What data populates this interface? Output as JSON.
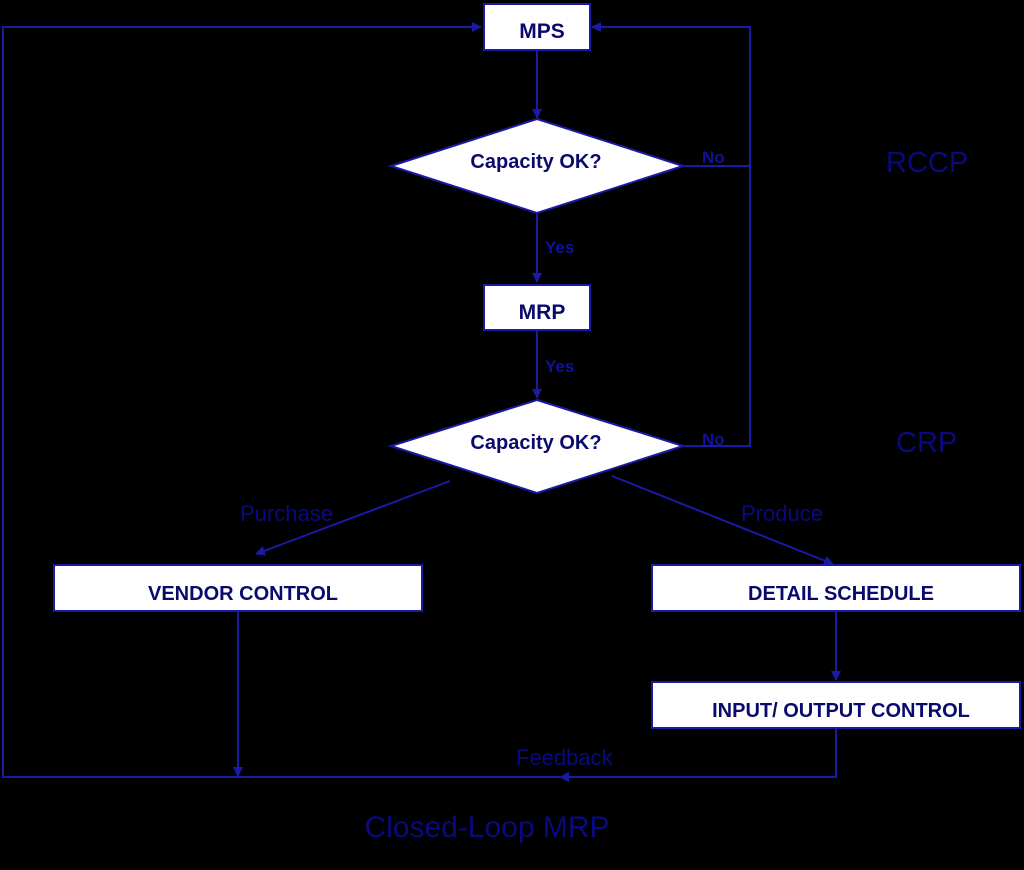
{
  "nodes": {
    "mps": "MPS",
    "capacity_check_1": "Capacity OK?",
    "mrp": "MRP",
    "capacity_check_2": "Capacity OK?",
    "vendor_control": "VENDOR CONTROL",
    "detail_schedule": "DETAIL SCHEDULE",
    "io_control": "INPUT/ OUTPUT CONTROL"
  },
  "edge_labels": {
    "yes_1": "Yes",
    "yes_2": "Yes",
    "no_1": "No",
    "no_2": "No",
    "purchase": "Purchase",
    "produce": "Produce",
    "feedback": "Feedback"
  },
  "side_labels": {
    "rccp": "RCCP",
    "crp": "CRP"
  },
  "title": "Closed-Loop MRP",
  "colors": {
    "background": "#000000",
    "line": "#1a1aa6",
    "box_fill": "#ffffff",
    "text": "#0a0a6e"
  }
}
